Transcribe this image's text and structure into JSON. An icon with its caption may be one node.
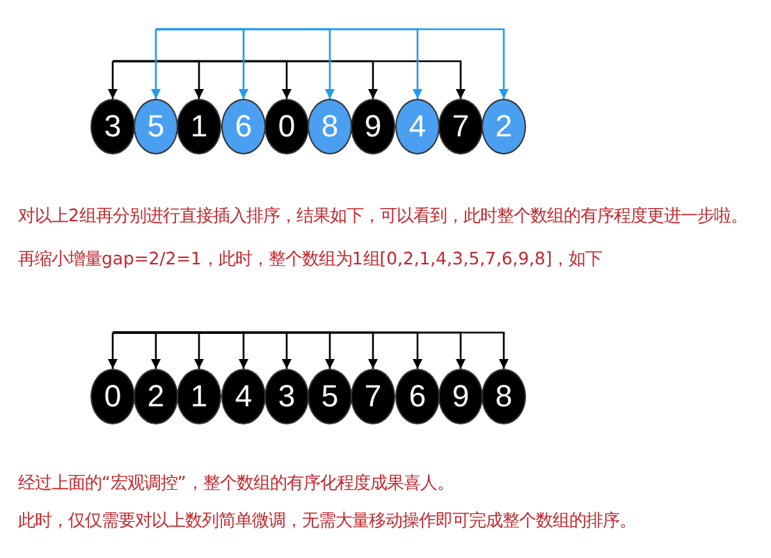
{
  "diagram": {
    "nodes": [
      {
        "text": [
          "3"
        ]
      },
      {
        "text": [
          "5"
        ]
      },
      {
        "text": [
          "1"
        ]
      },
      {
        "text": [
          "6"
        ]
      },
      {
        "text": [
          "0"
        ]
      },
      {
        "text": [
          "8"
        ]
      },
      {
        "text": [
          "9"
        ]
      },
      {
        "text": [
          "4"
        ]
      },
      {
        "text": [
          "7"
        ]
      },
      {
        "text": [
          "2"
        ]
      },
      {
        "text": [
          "0"
        ]
      },
      {
        "text": [
          "2"
        ]
      },
      {
        "text": [
          "1"
        ]
      },
      {
        "text": [
          "4"
        ]
      },
      {
        "text": [
          "3"
        ]
      },
      {
        "text": [
          "5"
        ]
      },
      {
        "text": [
          "7"
        ]
      },
      {
        "text": [
          "6"
        ]
      },
      {
        "text": [
          "9"
        ]
      },
      {
        "text": [
          "8"
        ]
      }
    ],
    "edges": [
      {
        "from": null,
        "to": 0,
        "arrow": "to"
      },
      {
        "from": null,
        "to": 2,
        "arrow": "to"
      },
      {
        "from": null,
        "to": 4,
        "arrow": "to"
      },
      {
        "from": null,
        "to": 6,
        "arrow": "to"
      },
      {
        "from": null,
        "to": 8,
        "arrow": "to"
      },
      {
        "from": null,
        "to": 1,
        "arrow": "to",
        "color": "#1e9bf0"
      },
      {
        "from": null,
        "to": 3,
        "arrow": "to",
        "color": "#1e9bf0"
      },
      {
        "from": null,
        "to": 5,
        "arrow": "to",
        "color": "#1e9bf0"
      },
      {
        "from": null,
        "to": 7,
        "arrow": "to",
        "color": "#1e9bf0"
      },
      {
        "from": null,
        "to": 9,
        "arrow": "to",
        "color": "#1e9bf0"
      },
      {
        "from": null,
        "to": 10,
        "arrow": "to"
      },
      {
        "from": null,
        "to": 11,
        "arrow": "to"
      },
      {
        "from": null,
        "to": 12,
        "arrow": "to"
      },
      {
        "from": null,
        "to": 13,
        "arrow": "to"
      },
      {
        "from": null,
        "to": 14,
        "arrow": "to"
      },
      {
        "from": null,
        "to": 15,
        "arrow": "to"
      },
      {
        "from": null,
        "to": 16,
        "arrow": "to"
      },
      {
        "from": null,
        "to": 17,
        "arrow": "to"
      },
      {
        "from": null,
        "to": 18,
        "arrow": "to"
      },
      {
        "from": null,
        "to": 19,
        "arrow": "to"
      }
    ],
    "labels": [
      "对以上2组再分别进行直接插入排序，结果如下，可以看到，此时整个数组的有序程度更进一步啦。",
      "再缩小增量gap=2/2=1，此时，整个数组为1组[0,2,1,4,3,5,7,6,9,8]，如下",
      "经过上面的“宏观调控”，整个数组的有序化程度成果喜人。",
      "此时，仅仅需要对以上数列简单微调，无需大量移动操作即可完成整个数组的排序。"
    ]
  }
}
